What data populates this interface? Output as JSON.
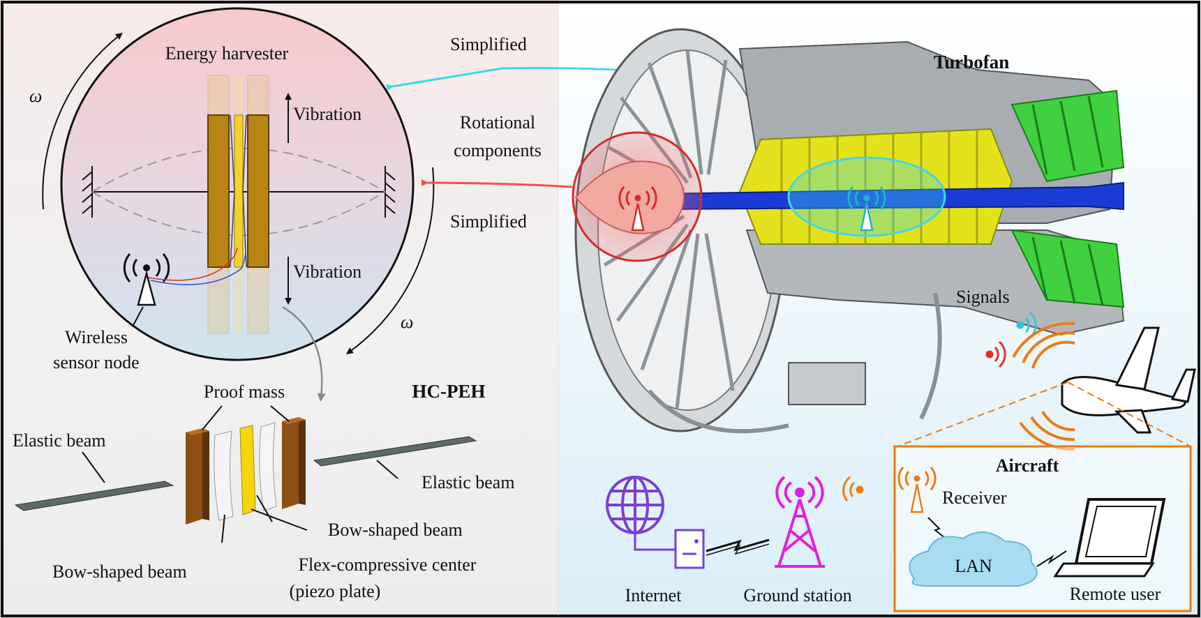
{
  "left_panel": {
    "circle_title": "Energy harvester",
    "vibration_top": "Vibration",
    "vibration_bottom": "Vibration",
    "omega_top": "ω",
    "omega_bottom": "ω",
    "sensor_label_line1": "Wireless",
    "sensor_label_line2": "sensor node",
    "device_name": "HC-PEH",
    "proof_mass": "Proof mass",
    "elastic_beam_left": "Elastic beam",
    "elastic_beam_right": "Elastic beam",
    "bow_beam_right": "Bow-shaped beam",
    "bow_beam_left": "Bow-shaped beam",
    "center_line1": "Flex-compressive center",
    "center_line2": "(piezo plate)"
  },
  "middle_labels": {
    "simplified_top": "Simplified",
    "rotational_line1": "Rotational",
    "rotational_line2": "components",
    "simplified_bottom": "Simplified"
  },
  "right_panel": {
    "engine_title": "Turbofan",
    "signals": "Signals",
    "internet": "Internet",
    "ground_station": "Ground station",
    "aircraft_title": "Aircraft",
    "receiver": "Receiver",
    "lan": "LAN",
    "remote_user": "Remote user"
  },
  "colors": {
    "cyan_arrow": "#3fd6e8",
    "red_arrow": "#f05050",
    "beam_brown": "#b88512",
    "piezo_yellow": "#f5d22a",
    "shaft_blue": "#1a3bd6",
    "compressor_yellow": "#e4e21c",
    "turbine_green": "#3fd13f",
    "internet_purple": "#7a3fd6",
    "tower_magenta": "#e020e0",
    "signal_orange": "#f07a10",
    "lan_cloud": "#a8dcf0"
  }
}
